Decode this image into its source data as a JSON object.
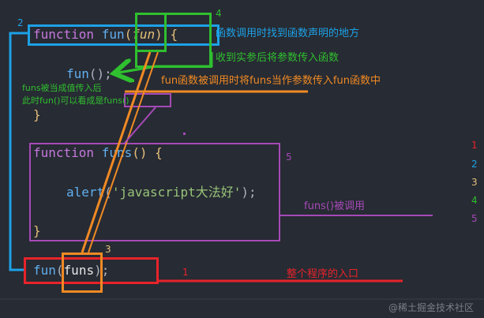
{
  "code": {
    "line1": {
      "kw": "function",
      "name": "fun",
      "open": "(",
      "param": "fun",
      "close": ")",
      "brace": "{"
    },
    "line2": {
      "call": "fun",
      "rest": "();"
    },
    "line3": {
      "brace": "}"
    },
    "line4": {
      "kw": "function",
      "name": "funs",
      "parens": "()",
      "brace": "{"
    },
    "line5": {
      "call": "alert",
      "open": "(",
      "str": "'javascript大法好'",
      "rest": ");"
    },
    "line6": {
      "brace": "}"
    },
    "line7": {
      "call": "fun",
      "open": "(",
      "arg": "funs",
      "close": ")",
      "semi": ";"
    }
  },
  "annotations": {
    "a_blue": "函数调用时找到函数声明的地方",
    "a_green": "收到实参后将参数传入函数",
    "a_orange": "fun函数被调用时将funs当作参数传入fun函数中",
    "a_green_left_1": "funs被当成值传入后",
    "a_green_left_2": "此时fun()可以看成是funs()",
    "a_purple": "funs()被调用",
    "a_red": "整个程序的入口"
  },
  "step_labels": {
    "red": "1",
    "blue": "2",
    "orange": "3",
    "green": "4",
    "purple": "5"
  },
  "legend": [
    "1",
    "2",
    "3",
    "4",
    "5"
  ],
  "watermark": "@稀土掘金技术社区",
  "colors": {
    "red": "#e8232a",
    "blue": "#1da1e6",
    "orange": "#f08a24",
    "green": "#2fbf2f",
    "purple": "#a649b8"
  }
}
